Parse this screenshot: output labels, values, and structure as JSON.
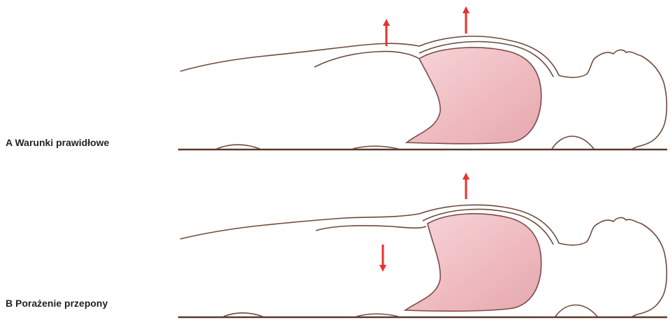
{
  "panels": [
    {
      "id": "A",
      "label": "A Warunki prawidłowe",
      "arrows": [
        "up",
        "up"
      ]
    },
    {
      "id": "B",
      "label": "B Porażenie przepony",
      "arrows": [
        "down",
        "up"
      ]
    }
  ],
  "colors": {
    "outline": "#6b4a3a",
    "organ_fill": "#efc2c6",
    "organ_edge": "#7a4a48",
    "arrow": "#e8322d",
    "bed": "#5a3a2a"
  }
}
